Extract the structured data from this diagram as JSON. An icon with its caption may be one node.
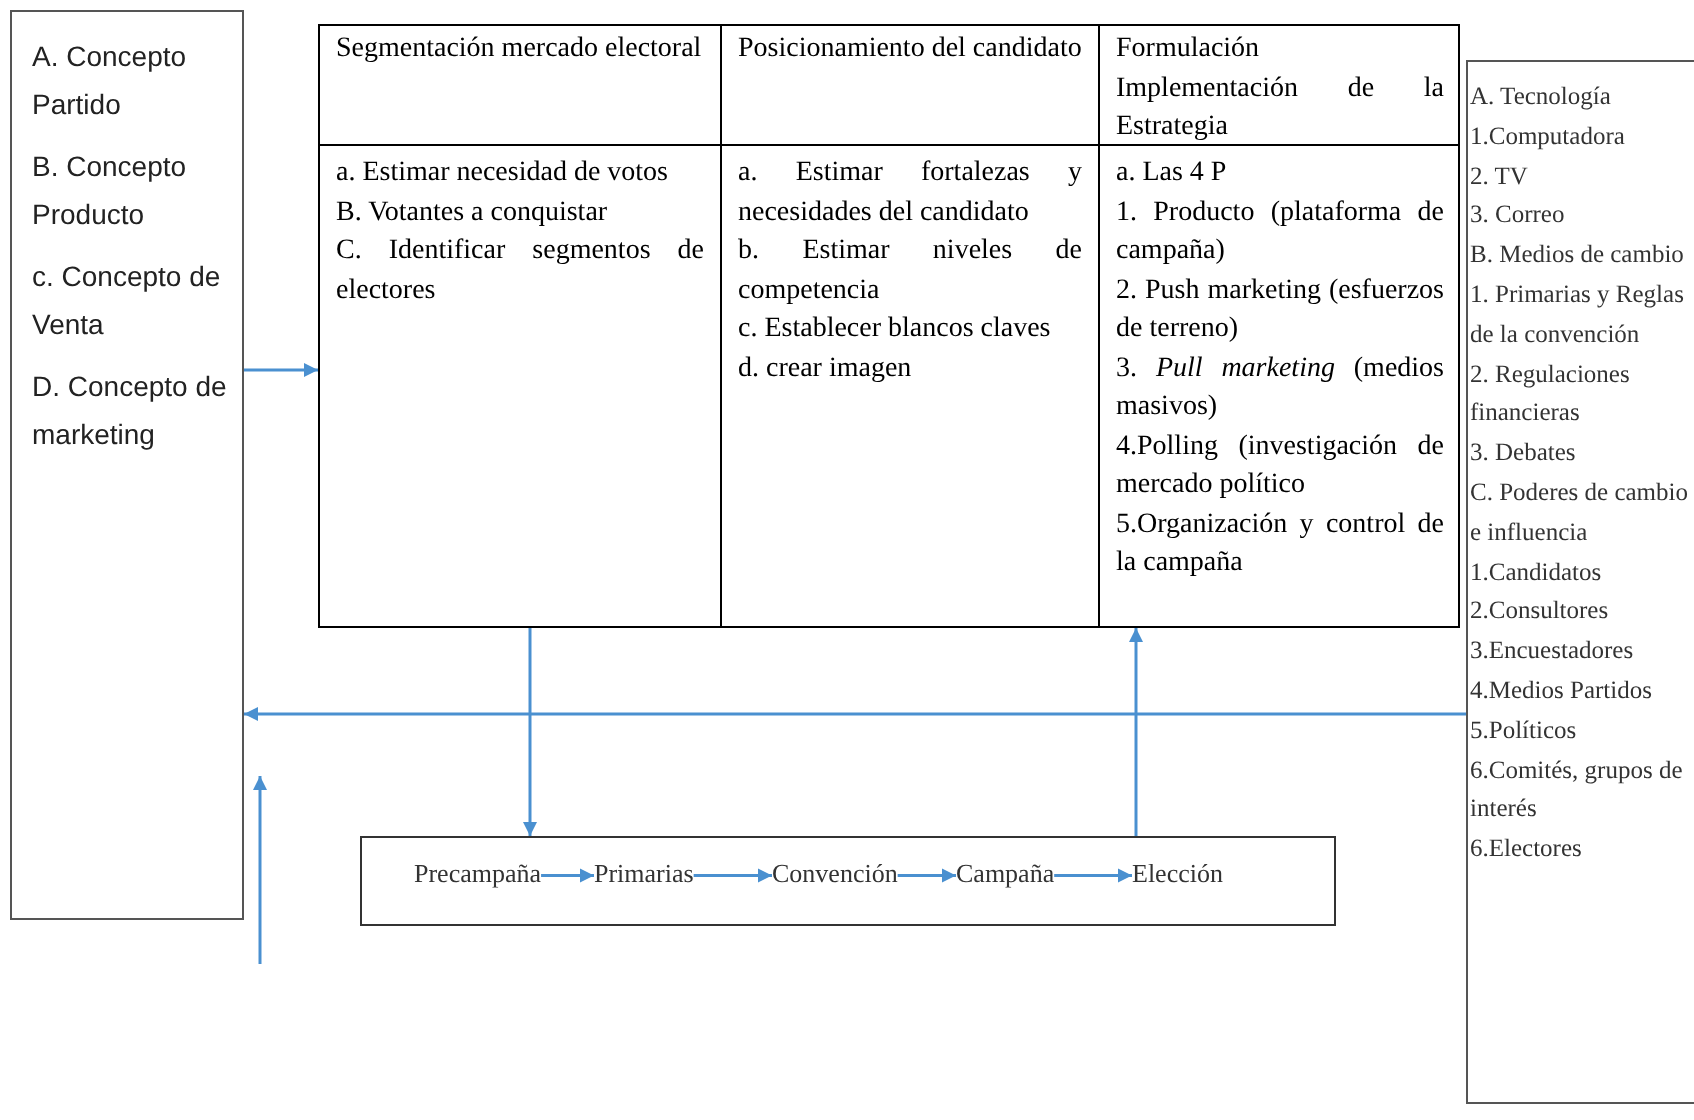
{
  "diagram": {
    "nodes": [
      {
        "text": [
          "A. Concepto Partido",
          "B. Concepto Producto",
          "c. Concepto de Venta",
          "D. Concepto de marketing"
        ]
      },
      {
        "text": [],
        "shape": "box"
      },
      {
        "text": [
          "Segmentación mercado electoral"
        ],
        "in": 1
      },
      {
        "text": [
          "Posicionamiento del candidato"
        ],
        "in": 1
      },
      {
        "text": [
          "Formulación Implementación de la Estrategia"
        ],
        "in": 1
      },
      {
        "text": [
          "a. Estimar necesidad de votos",
          "B. Votantes a conquistar",
          "C. Identificar segmentos de electores"
        ],
        "in": 1
      },
      {
        "text": [
          "a. Estimar fortalezas y necesidades del candidato",
          "b. Estimar niveles de competencia",
          "c. Establecer blancos claves",
          "d. crear imagen"
        ],
        "in": 1
      },
      {
        "text": [
          "a. Las 4 P",
          "1. Producto (plataforma de campaña)",
          "2. Push marketing (esfuerzos de terreno)",
          "3. *Pull marketing* (medios masivos)",
          "4.Polling (investigación de mercado político",
          "5.Organización y control de la campaña"
        ],
        "in": 1
      },
      {
        "text": [],
        "shape": "box"
      },
      {
        "text": [
          "Precampaña"
        ],
        "in": 8
      },
      {
        "text": [
          "Primarias"
        ],
        "in": 8
      },
      {
        "text": [
          "Convención"
        ],
        "in": 8
      },
      {
        "text": [
          "Campaña"
        ],
        "in": 8
      },
      {
        "text": [
          "Elección"
        ],
        "in": 8
      },
      {
        "text": [
          "A. Tecnología",
          "1.Computadora",
          "2. TV",
          "3. Correo",
          "B. Medios de cambio",
          "1. Primarias y Reglas de la convención",
          "2. Regulaciones financieras",
          "3. Debates",
          "C. Poderes de cambio e influencia",
          "1.Candidatos",
          "2.Consultores",
          "3.Encuestadores",
          "4.Medios Partidos",
          "5.Políticos",
          "6.Comités, grupos de interés",
          "6.Electores"
        ]
      }
    ],
    "edges": [
      {
        "from": 0,
        "to": 1,
        "arrow": "to"
      },
      {
        "from": 5,
        "to": 8,
        "arrow": "to"
      },
      {
        "from": 8,
        "to": 7,
        "arrow": "to"
      },
      {
        "from": 9,
        "to": 10,
        "arrow": "to"
      },
      {
        "from": 10,
        "to": 11,
        "arrow": "to"
      },
      {
        "from": 11,
        "to": 12,
        "arrow": "to"
      },
      {
        "from": 12,
        "to": 13,
        "arrow": "to"
      },
      {
        "from": 14,
        "to": 0,
        "arrow": "to"
      }
    ]
  }
}
